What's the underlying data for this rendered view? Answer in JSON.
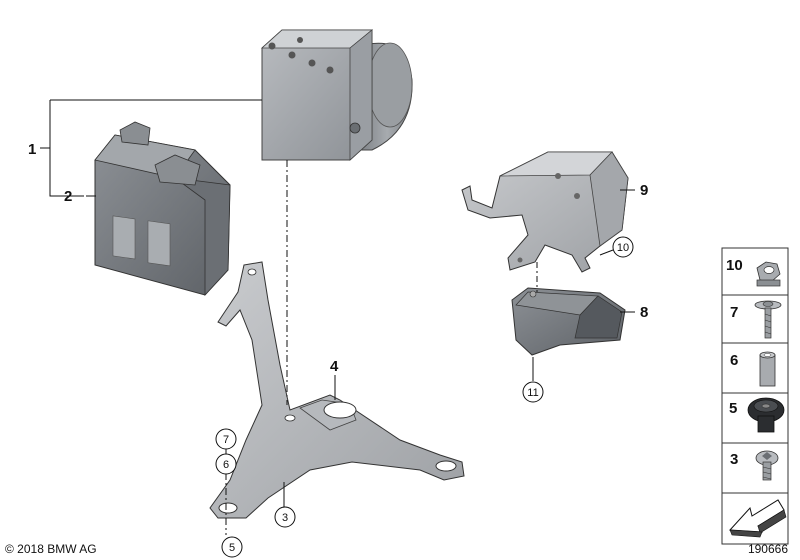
{
  "callouts": {
    "c1": "1",
    "c2": "2",
    "c3": "3",
    "c4": "4",
    "c5": "5",
    "c6": "6",
    "c7": "7",
    "c8": "8",
    "c9": "9",
    "c10": "10",
    "c11": "11"
  },
  "parts_legend": [
    {
      "num": "10",
      "part": "nut"
    },
    {
      "num": "7",
      "part": "screw"
    },
    {
      "num": "6",
      "part": "sleeve"
    },
    {
      "num": "5",
      "part": "rubber-mount"
    },
    {
      "num": "3",
      "part": "bolt"
    }
  ],
  "footer": {
    "copyright": "© 2018 BMW AG",
    "diagram_id": "190666"
  }
}
